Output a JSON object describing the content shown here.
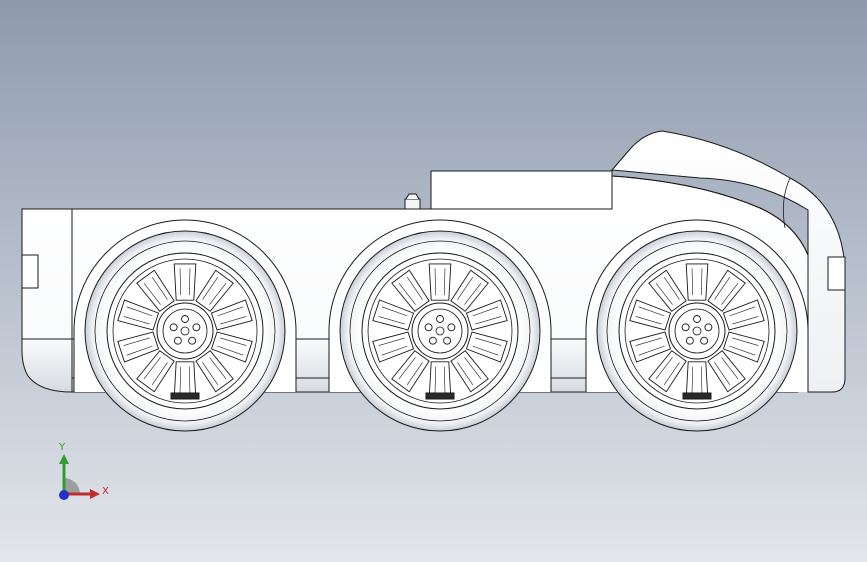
{
  "window": {
    "background_top": "#8e9aac",
    "background_bottom": "#e3e6eb"
  },
  "model": {
    "description_icon": "vehicle-chassis-model",
    "body_color": "#ffffff",
    "edge_color": "#1a1a1a",
    "wheel_count": 3
  },
  "triad": {
    "x_label": "X",
    "y_label": "Y",
    "x_color": "#c42b2b",
    "y_color": "#2e9d2e",
    "z_color": "#2432c9"
  }
}
